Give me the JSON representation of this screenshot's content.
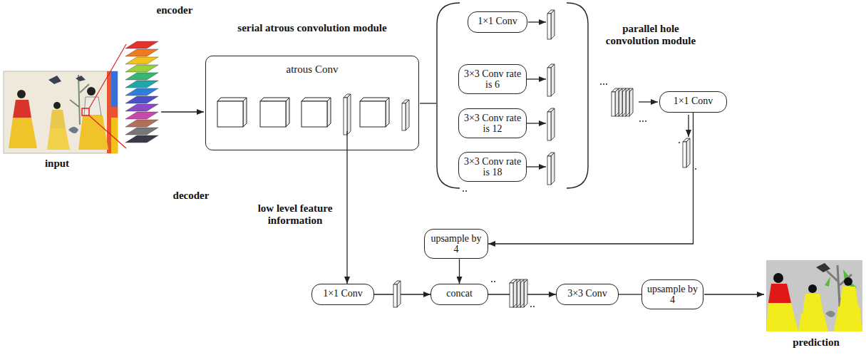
{
  "diagram": {
    "nodes": [
      {
        "text": [
          "serial atrous convolution module",
          "atrous Conv"
        ]
      },
      {
        "text": [
          "1×1 Conv"
        ]
      },
      {
        "text": [
          "3×3 Conv rate is 6"
        ]
      },
      {
        "text": [
          "3×3 Conv rate is 12"
        ]
      },
      {
        "text": [
          "3×3 Conv rate is 18"
        ]
      },
      {
        "text": [
          "1×1 Conv"
        ]
      },
      {
        "text": [
          "upsample by 4"
        ]
      },
      {
        "text": [
          "1×1 Conv"
        ]
      },
      {
        "text": [
          "concat"
        ]
      },
      {
        "text": [
          "3×3 Conv"
        ]
      },
      {
        "text": [
          "upsample by 4"
        ]
      }
    ],
    "edges": [
      {
        "from": 0,
        "to": 7,
        "arrow": "to"
      },
      {
        "from": 5,
        "to": 6,
        "arrow": "to"
      },
      {
        "from": 7,
        "to": 8,
        "arrow": "to"
      },
      {
        "from": 6,
        "to": 8,
        "arrow": "to"
      },
      {
        "from": 8,
        "to": 9,
        "arrow": "to"
      },
      {
        "from": 9,
        "to": 10,
        "arrow": "none"
      }
    ],
    "labels": [
      "encoder",
      "input",
      "parallel hole convolution module",
      "decoder",
      "low level feature information",
      "prediction"
    ]
  }
}
